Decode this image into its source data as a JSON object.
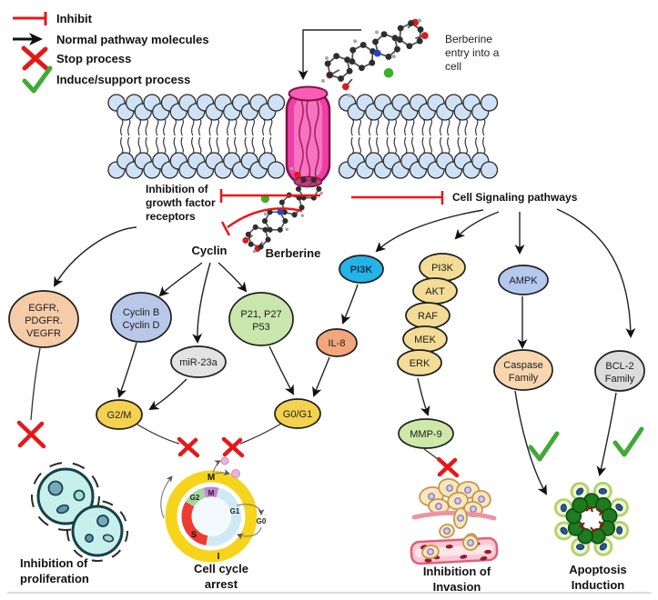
{
  "palette": {
    "inhibit_red": "#e81717",
    "arrow_black": "#111111",
    "check_green": "#3faa35",
    "membrane_head_blue": "#cfe2f5",
    "channel_pink": "#ee3fa8"
  },
  "legend": {
    "inhibit": "Inhibit",
    "normal": "Normal pathway molecules",
    "stop": "Stop process",
    "induce": "Induce/support process"
  },
  "labels": {
    "entry_l1": "Berberine",
    "entry_l2": "entry into a",
    "entry_l3": "cell",
    "berberine": "Berberine",
    "gf_l1": "Inhibition of",
    "gf_l2": "growth factor",
    "gf_l3": "receptors",
    "cell_signaling": "Cell Signaling pathways",
    "cyclin": "Cyclin"
  },
  "nodes": {
    "egfr": {
      "l1": "EGFR,",
      "l2": "PDGFR.",
      "l3": "VEGFR",
      "fill": "#f6cba7"
    },
    "cyclin_bd": {
      "l1": "Cyclin B",
      "l2": "Cyclin D",
      "fill": "#b9c8e9"
    },
    "p21": {
      "l1": "P21, P27",
      "l2": "P53",
      "fill": "#c9e6ad"
    },
    "mir23a": {
      "label": "miR-23a",
      "fill": "#e3e3e3"
    },
    "g2m": {
      "label": "G2/M",
      "fill": "#f4d14f"
    },
    "g0g1": {
      "label": "G0/G1",
      "fill": "#f4d14f"
    },
    "pi3k_upstream": {
      "label": "PI3K",
      "fill": "#25b4e8"
    },
    "il8": {
      "label": "IL-8",
      "fill": "#f1a67c"
    },
    "pi3k": {
      "label": "PI3K",
      "fill": "#f3dc96"
    },
    "akt": {
      "label": "AKT",
      "fill": "#f3dc96"
    },
    "raf": {
      "label": "RAF",
      "fill": "#f3dc96"
    },
    "mek": {
      "label": "MEK",
      "fill": "#f3dc96"
    },
    "erk": {
      "label": "ERK",
      "fill": "#f3dc96"
    },
    "mmp9": {
      "label": "MMP-9",
      "fill": "#cde8a9"
    },
    "ampk": {
      "label": "AMPK",
      "fill": "#b5c8f0"
    },
    "caspase": {
      "l1": "Caspase",
      "l2": "Family",
      "fill": "#f9d6b0"
    },
    "bcl2": {
      "l1": "BCL-2",
      "l2": "Family",
      "fill": "#dcdcdc"
    }
  },
  "outcomes": {
    "prolif_l1": "Inhibition of",
    "prolif_l2": "proliferation",
    "cycle_l1": "Cell cycle",
    "cycle_l2": "arrest",
    "invasion_l1": "Inhibition of",
    "invasion_l2": "Invasion",
    "apoptosis_l1": "Apoptosis",
    "apoptosis_l2": "Induction"
  },
  "cell_cycle_diagram": {
    "outer_m": "M",
    "outer_i": "I",
    "g2": "G2",
    "m": "M",
    "g1": "G1",
    "s": "S",
    "g0": "G0"
  }
}
